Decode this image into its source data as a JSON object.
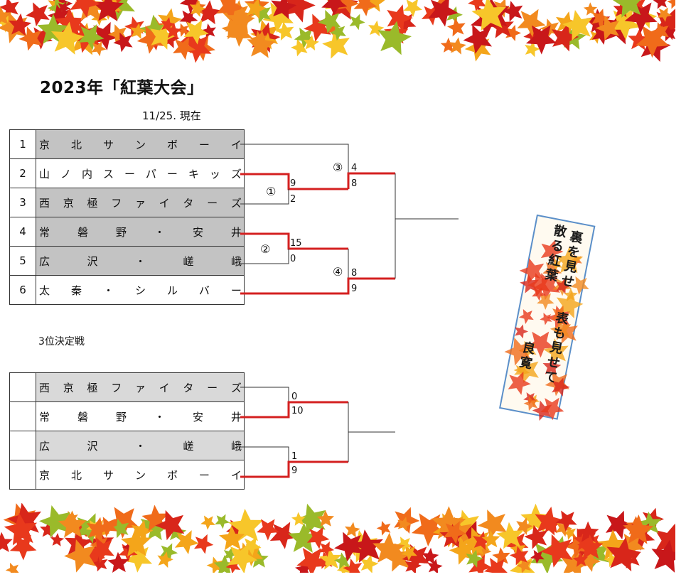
{
  "title": "2023年「紅葉大会」",
  "date": "11/25. 現在",
  "main_bracket": {
    "teams": [
      {
        "seed": "1",
        "name": "京北サンボーイ",
        "shade": "dark"
      },
      {
        "seed": "2",
        "name": "山ノ内スーパーキッズ",
        "shade": "none"
      },
      {
        "seed": "3",
        "name": "西京極ファイターズ",
        "shade": "dark"
      },
      {
        "seed": "4",
        "name": "常磐野・安井",
        "shade": "dark"
      },
      {
        "seed": "5",
        "name": "広沢・嵯峨",
        "shade": "dark"
      },
      {
        "seed": "6",
        "name": "太秦・シルバー",
        "shade": "none"
      }
    ],
    "games": [
      {
        "no": "①",
        "top_score": "9",
        "bottom_score": "2"
      },
      {
        "no": "②",
        "top_score": "15",
        "bottom_score": "0"
      },
      {
        "no": "③",
        "top_score": "4",
        "bottom_score": "8"
      },
      {
        "no": "④",
        "top_score": "8",
        "bottom_score": "9"
      }
    ]
  },
  "third_place": {
    "label": "3位決定戦",
    "teams": [
      {
        "name": "西京極ファイターズ",
        "shade": "light"
      },
      {
        "name": "常磐野・安井",
        "shade": "none"
      },
      {
        "name": "広沢・嵯峨",
        "shade": "light"
      },
      {
        "name": "京北サンボーイ",
        "shade": "none"
      }
    ],
    "games": [
      {
        "top_score": "0",
        "bottom_score": "10"
      },
      {
        "top_score": "1",
        "bottom_score": "9"
      }
    ]
  },
  "tanzaku": {
    "poem_lines": [
      "裏を見せ",
      "散る紅葉",
      "表も見せて",
      "良寛"
    ]
  },
  "colors": {
    "winner_line": "#d42020",
    "line": "#333333",
    "shade_dark": "#c3c3c3",
    "shade_light": "#d9d9d9"
  },
  "icons": {
    "top_border": "maple-leaves-border",
    "bottom_border": "maple-leaves-border",
    "tanzaku": "maple-leaf-tanzaku"
  }
}
